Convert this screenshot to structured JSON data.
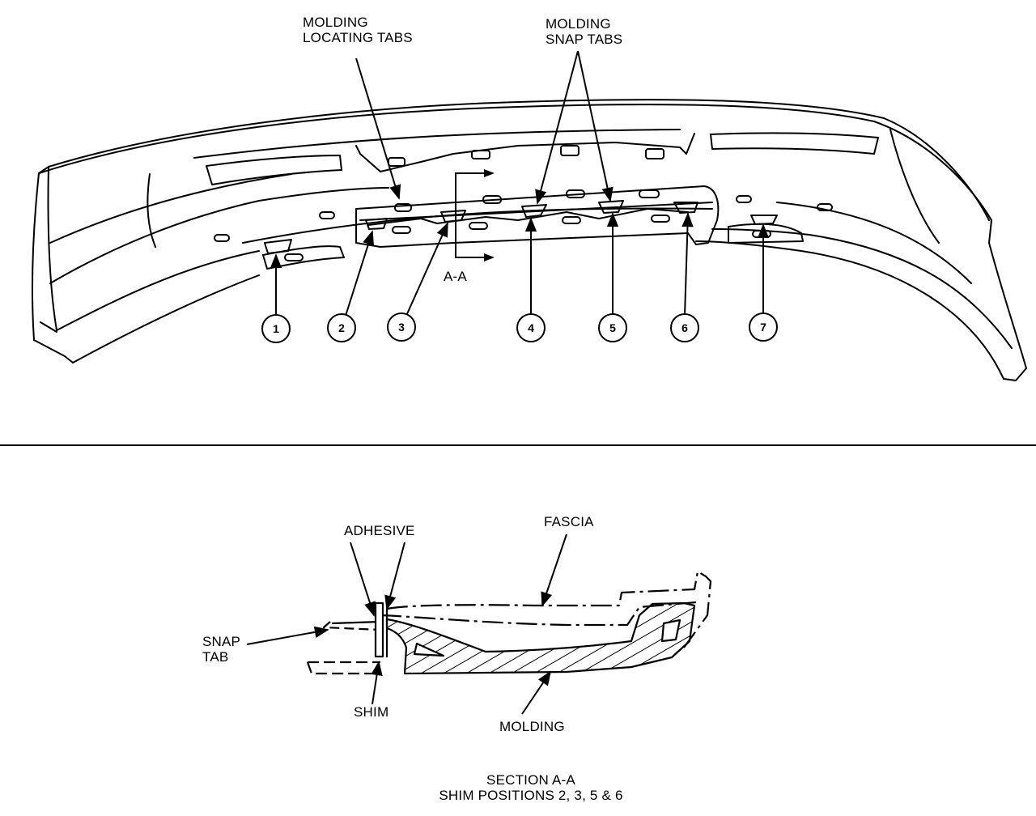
{
  "upper_view": {
    "labels": {
      "locating_tabs": [
        "MOLDING",
        "LOCATING TABS"
      ],
      "snap_tabs": [
        "MOLDING",
        "SNAP TABS"
      ],
      "section_ref": "A-A"
    },
    "callouts": [
      "1",
      "2",
      "3",
      "4",
      "5",
      "6",
      "7"
    ]
  },
  "section_view": {
    "labels": {
      "adhesive": "ADHESIVE",
      "fascia": "FASCIA",
      "snap_tab": [
        "SNAP",
        "TAB"
      ],
      "shim": "SHIM",
      "molding": "MOLDING"
    },
    "caption": [
      "SECTION A-A",
      "SHIM POSITIONS 2, 3, 5 & 6"
    ]
  }
}
